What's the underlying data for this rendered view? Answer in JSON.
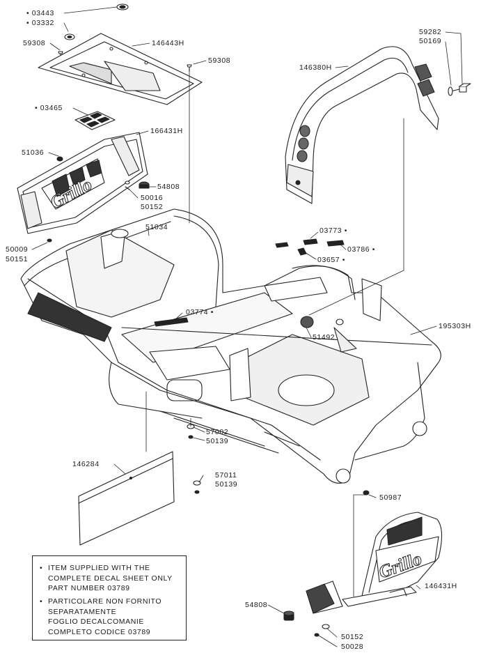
{
  "labels": {
    "l03443": "• 03443",
    "l03332": "• 03332",
    "l59308a": "59308",
    "l146443H": "146443H",
    "l59308b": "59308",
    "l03465": "• 03465",
    "l166431H": "166431H",
    "l51036": "51036",
    "l54808a": "54808",
    "l50016": "50016",
    "l50152a": "50152",
    "l51034": "51034",
    "l50009": "50009",
    "l50151": "50151",
    "l146380H": "146380H",
    "l59282": "59282",
    "l50169": "50169",
    "l03773": "03773 •",
    "l03786": "03786 •",
    "l03657": "03657 •",
    "l03774": "03774 •",
    "l51492": "51492",
    "l195303H": "195303H",
    "l57002": "57002",
    "l50139a": "50139",
    "l146284": "146284",
    "l57011": "57011",
    "l50139b": "50139",
    "l50987": "50987",
    "l146431H": "146431H",
    "l54808b": "54808",
    "l50152b": "50152",
    "l50028": "50028"
  },
  "note": {
    "en": "ITEM SUPPLIED WITH THE\nCOMPLETE DECAL SHEET ONLY\nPART NUMBER 03789",
    "it": "PARTICOLARE NON FORNITO\nSEPARATAMENTE\nFOGLIO DECALCOMANIE\nCOMPLETO CODICE 03789",
    "bullet": "•"
  },
  "logo": "Grillo"
}
